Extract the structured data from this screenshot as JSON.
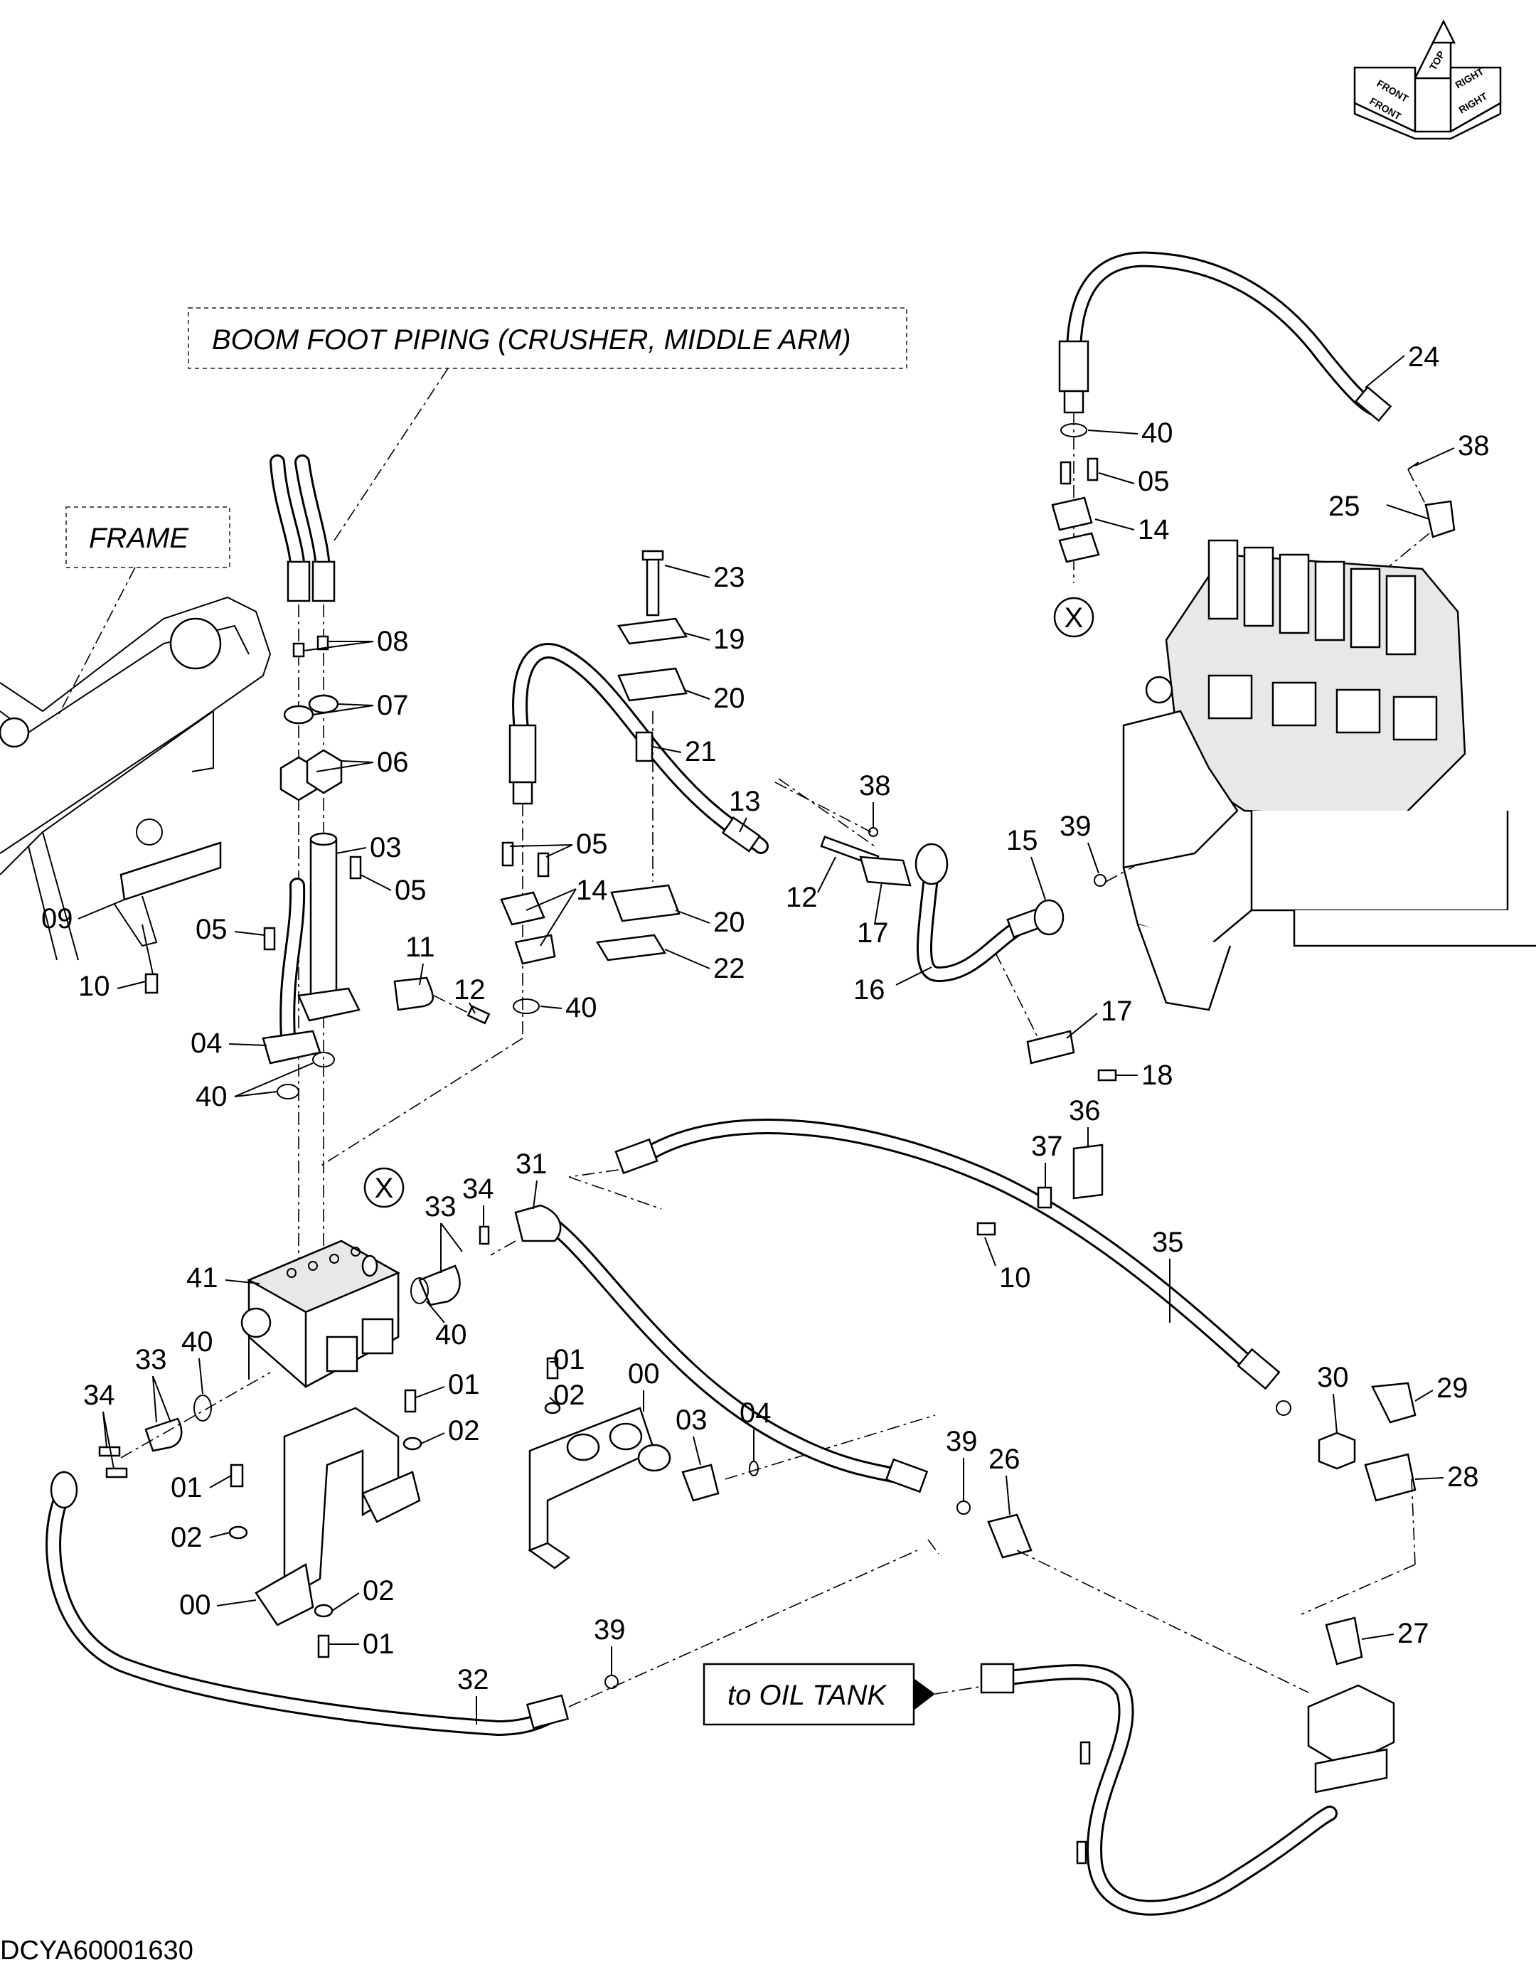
{
  "drawing_code": "DCYA60001630",
  "notes": {
    "boom_foot": "BOOM FOOT PIPING (CRUSHER, MIDDLE ARM)",
    "frame": "FRAME",
    "oil_tank": "to OIL TANK"
  },
  "direction_indicator": {
    "top": "TOP",
    "front_upper": "FRONT",
    "front_lower": "FRONT",
    "right_upper": "RIGHT",
    "right_lower": "RIGHT"
  },
  "connection_marker": "X",
  "callouts": [
    "24",
    "40",
    "38",
    "05",
    "14",
    "25",
    "23",
    "19",
    "20",
    "21",
    "08",
    "07",
    "06",
    "03",
    "05",
    "05",
    "09",
    "10",
    "11",
    "12",
    "13",
    "05",
    "14",
    "20",
    "22",
    "40",
    "38",
    "12",
    "17",
    "15",
    "39",
    "16",
    "17",
    "18",
    "04",
    "40",
    "36",
    "37",
    "31",
    "34",
    "33",
    "41",
    "40",
    "10",
    "35",
    "33",
    "40",
    "34",
    "01",
    "02",
    "00",
    "03",
    "04",
    "39",
    "30",
    "29",
    "01",
    "02",
    "28",
    "26",
    "01",
    "02",
    "00",
    "02",
    "01",
    "39",
    "27",
    "32"
  ]
}
